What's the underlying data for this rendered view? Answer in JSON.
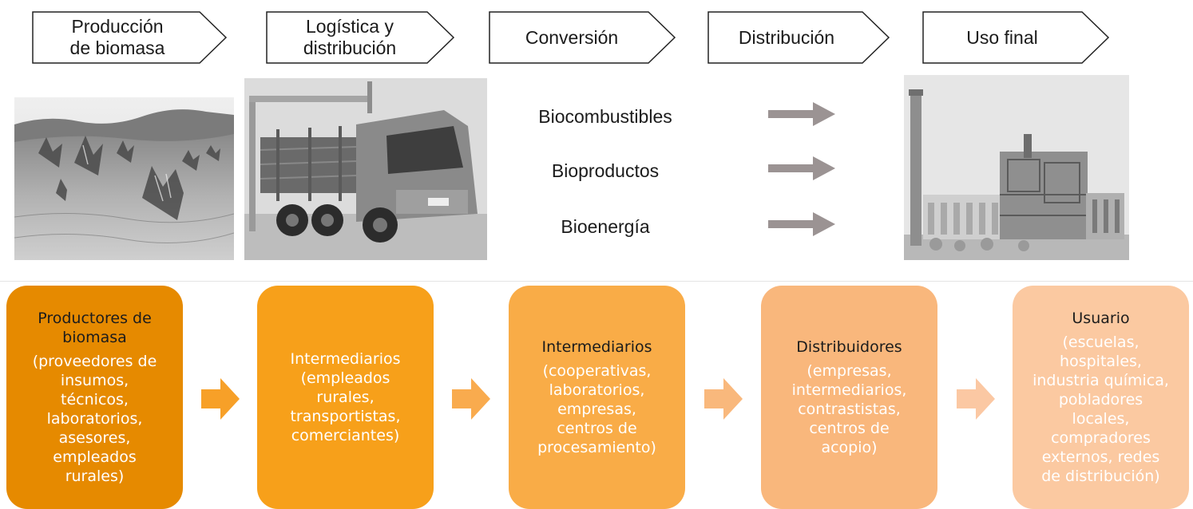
{
  "stages": [
    {
      "label": "Producción\nde biomasa"
    },
    {
      "label": "Logística y\ndistribución"
    },
    {
      "label": "Conversión"
    },
    {
      "label": "Distribución"
    },
    {
      "label": "Uso final"
    }
  ],
  "products": [
    "Biocombustibles",
    "Bioproductos",
    "Bioenergía"
  ],
  "actors": [
    {
      "title": "Productores de\nbiomasa",
      "detail": "(proveedores de\ninsumos,\ntécnicos,\nlaboratorios,\nasesores,\nempleados\nrurales)"
    },
    {
      "title": "",
      "detail": "Intermediarios\n(empleados\nrurales,\ntransportistas,\ncomerciantes)"
    },
    {
      "title": "Intermediarios",
      "detail": "(cooperativas,\nlaboratorios,\nempresas,\ncentros de\nprocesamiento)"
    },
    {
      "title": "Distribuidores",
      "detail": "(empresas,\nintermediarios,\ncontrastistas,\ncentros de\nacopio)"
    },
    {
      "title": "Usuario",
      "detail": "(escuelas,\nhospitales,\nindustria química,\npobladores\nlocales,\ncompradores\nexternos, redes\nde distribución)"
    }
  ],
  "colors": {
    "actor1": "#e68a00",
    "actor2": "#f7a01a",
    "actor3": "#f9ac47",
    "actor4": "#f9b77c",
    "actor5": "#fbc9a1",
    "arrow1": "#f7a028",
    "arrow2": "#f9ab4e",
    "arrow3": "#f9b87c",
    "arrow4": "#fbc8a3",
    "gray_arrow": "#9b9393"
  }
}
